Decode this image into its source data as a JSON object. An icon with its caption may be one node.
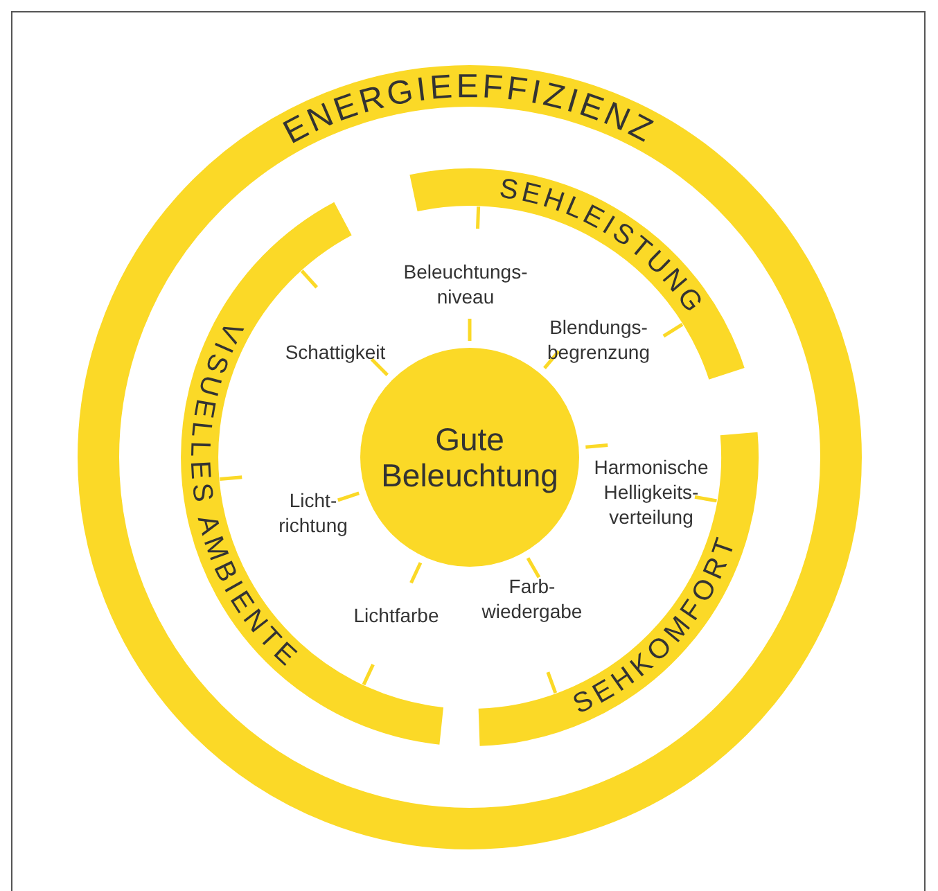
{
  "diagram": {
    "nodes": [
      {
        "text": [
          "ENERGIEEFFIZIENZ"
        ]
      },
      {
        "text": [
          "SEHLEISTUNG"
        ],
        "in": 0
      },
      {
        "text": [
          "VISUELLES AMBIENTE"
        ],
        "in": 0
      },
      {
        "text": [
          "Gute Beleuchtung"
        ],
        "in": 0
      },
      {
        "text": [
          "SEHKOMFORT"
        ],
        "in": 0
      }
    ],
    "labels": [
      "Beleuchtungs- niveau",
      "Schattigkeit",
      "Blendungs- begrenzung",
      "Harmonische Helligkeits- verteilung",
      "Licht- richtung",
      "Lichtfarbe",
      "Farb- wiedergabe"
    ]
  }
}
